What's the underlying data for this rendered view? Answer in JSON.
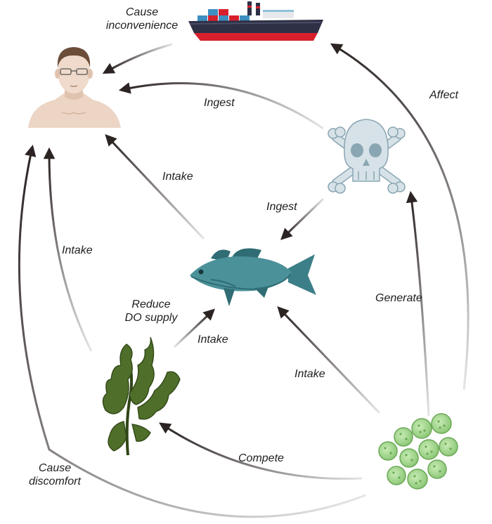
{
  "nodes": {
    "human": "human",
    "ship": "ship",
    "toxin": "toxin",
    "fish": "fish",
    "seaweed": "seaweed",
    "algae": "algae"
  },
  "labels": {
    "cause_inconvenience": [
      "Cause",
      "inconvenience"
    ],
    "affect": "Affect",
    "ingest_toxin_human": "Ingest",
    "ingest_toxin_fish": "Ingest",
    "intake_fish_human": "Intake",
    "intake_seaweed_human": "Intake",
    "reduce_do_supply": [
      "Reduce",
      "DO supply"
    ],
    "intake_seaweed_fish": "Intake",
    "generate": "Generate",
    "intake_algae_fish": "Intake",
    "compete": "Compete",
    "cause_discomfort": [
      "Cause",
      "discomfort"
    ]
  },
  "colors": {
    "arrow_dark": "#2b2423",
    "ship_hull_dark": "#2e3045",
    "ship_hull_red": "#d8202c",
    "fish_body": "#4b9199",
    "fish_dark": "#2f6c74",
    "seaweed": "#4e6e2a",
    "algae": "#9fd18a",
    "skull": "#d6e2e8",
    "skin": "#ecd5c4"
  }
}
